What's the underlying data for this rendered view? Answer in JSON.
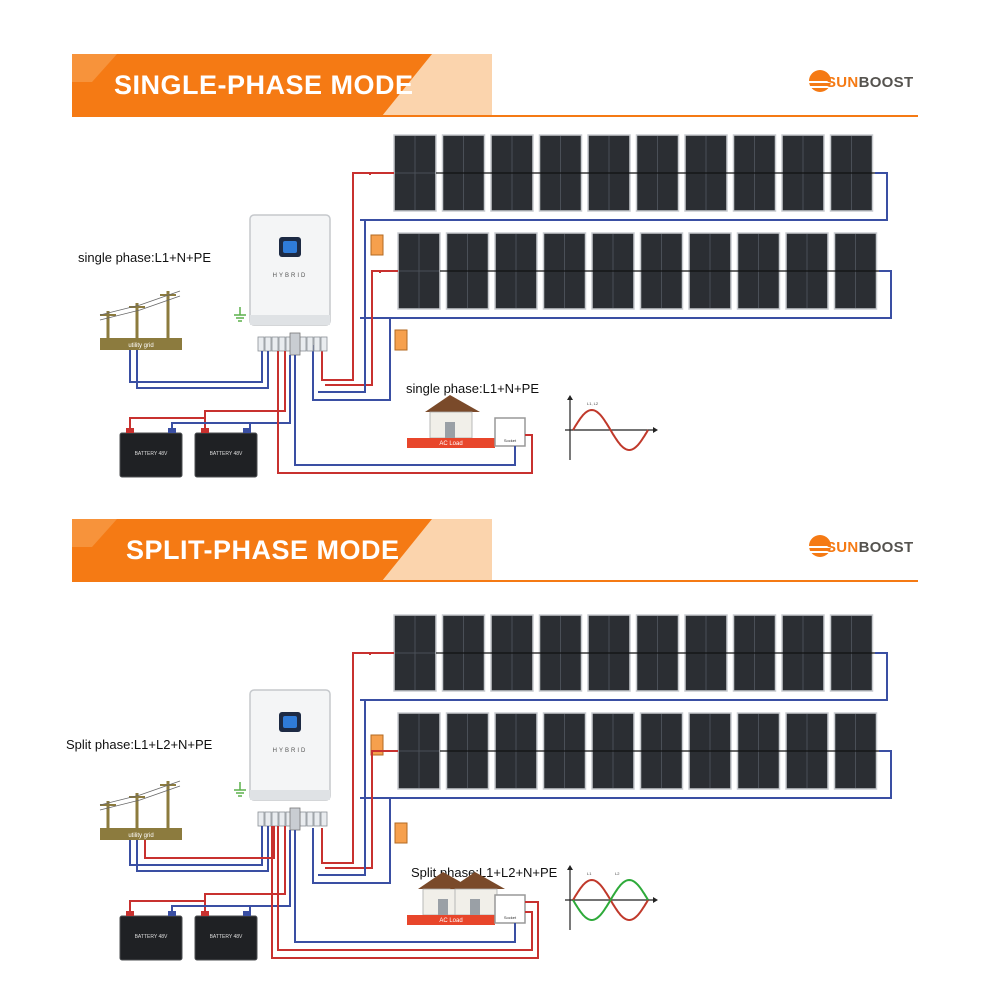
{
  "brand": {
    "name_part1": "SUN",
    "name_part2": "BOOST"
  },
  "colors": {
    "accent_orange": "#f57a14",
    "wire_red": "#c8312f",
    "wire_blue": "#3a4fa3",
    "wave_red": "#c0392b",
    "wave_green": "#2eaa3a"
  },
  "sections": [
    {
      "title": "SINGLE-PHASE MODE",
      "grid_label": "single phase:L1+N+PE",
      "load_label": "single phase:L1+N+PE",
      "utility_label": "utility grid",
      "inverter_label": "HYBRID",
      "battery_labels": [
        "BATTERY 48V",
        "BATTERY 48V"
      ],
      "ac_load_label": "AC Load",
      "socket_label": "Socket",
      "wave_legend": [
        "L1, L2"
      ],
      "panel_rows": 2,
      "panels_per_row": 10
    },
    {
      "title": "SPLIT-PHASE MODE",
      "grid_label": "Split phase:L1+L2+N+PE",
      "load_label": "Split phase:L1+L2+N+PE",
      "utility_label": "utility grid",
      "inverter_label": "HYBRID",
      "battery_labels": [
        "BATTERY 48V",
        "BATTERY 48V"
      ],
      "ac_load_label": "AC Load",
      "socket_label": "Socket",
      "wave_legend": [
        "L1",
        "L2"
      ],
      "panel_rows": 2,
      "panels_per_row": 10
    }
  ]
}
